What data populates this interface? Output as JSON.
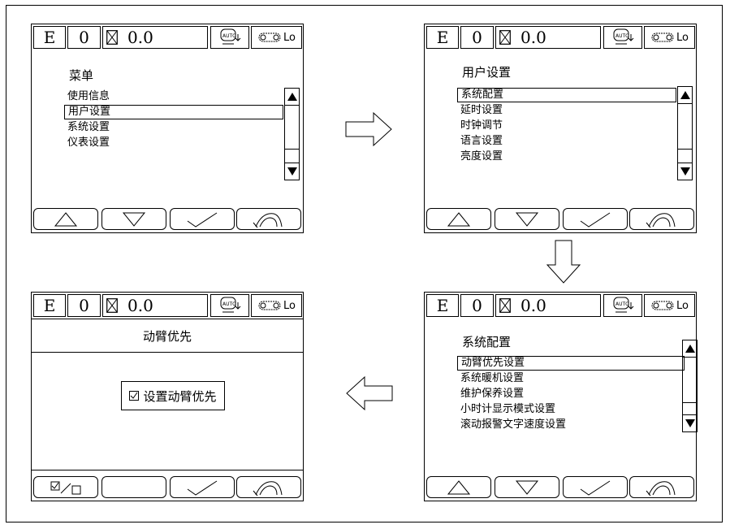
{
  "status": {
    "e": "E",
    "zero": "0",
    "time": "0.0",
    "lo": "Lo"
  },
  "screen1": {
    "title": "菜单",
    "items": [
      "使用信息",
      "用户设置",
      "系统设置",
      "仪表设置"
    ]
  },
  "screen2": {
    "title": "用户设置",
    "items": [
      "系统配置",
      "延时设置",
      "时钟调节",
      "语言设置",
      "亮度设置"
    ]
  },
  "screen3": {
    "title": "动臂优先",
    "checkbox_label": "设置动臂优先"
  },
  "screen4": {
    "title": "系统配置",
    "items": [
      "动臂优先设置",
      "系统暖机设置",
      "维护保养设置",
      "小时计显示模式设置",
      "滚动报警文字速度设置"
    ]
  },
  "icons": {
    "hourglass": "hourglass-icon",
    "auto": "auto-engine-icon",
    "chain": "chain-icon",
    "up": "triangle-up-icon",
    "down": "triangle-down-icon",
    "ok": "check-icon",
    "back": "return-arrow-icon",
    "toggle": "checkbox-toggle-icon"
  }
}
